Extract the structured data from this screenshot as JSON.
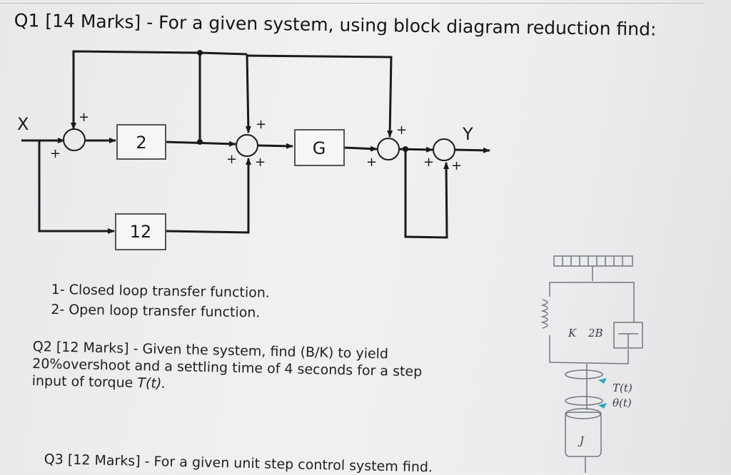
{
  "q1": {
    "heading": "Q1 [14 Marks] - For a given system, using block diagram reduction find:",
    "items": [
      "1- Closed loop transfer function.",
      "2- Open loop transfer function."
    ]
  },
  "diagram": {
    "input_label": "X",
    "output_label": "Y",
    "blocks": [
      "2",
      "G",
      "12"
    ],
    "sign": "+"
  },
  "q2": {
    "lines": [
      "Q2 [12 Marks] - Given the system, find (B/K) to yield",
      "20%overshoot and a settling time of 4 seconds for a step",
      "input of torque "
    ],
    "torque": "T(t)."
  },
  "mech": {
    "spring": "K",
    "damper": "2B",
    "inertia": "J",
    "torque": "T(t)",
    "angle": "θ(t)"
  },
  "q3": {
    "heading": "Q3 [12 Marks] - For a given unit step control system find."
  }
}
